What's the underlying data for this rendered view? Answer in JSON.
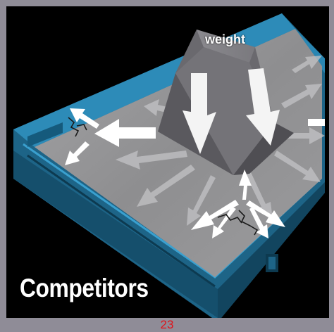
{
  "figure": {
    "weight_label": "weight",
    "caption": "Competitors",
    "page_number": "23"
  },
  "colors": {
    "border": "#8f8c97",
    "background": "#000000",
    "frame_blue": "#1f6f96",
    "frame_blue_light": "#2f8fbf",
    "floor": "#9a9a9a",
    "weight_block": "#6f6e73",
    "arrow": "#ffffff",
    "page_number": "#e0131a"
  },
  "icons": [
    "down-arrow-icon",
    "spreading-arrow-icon",
    "crack-icon"
  ]
}
